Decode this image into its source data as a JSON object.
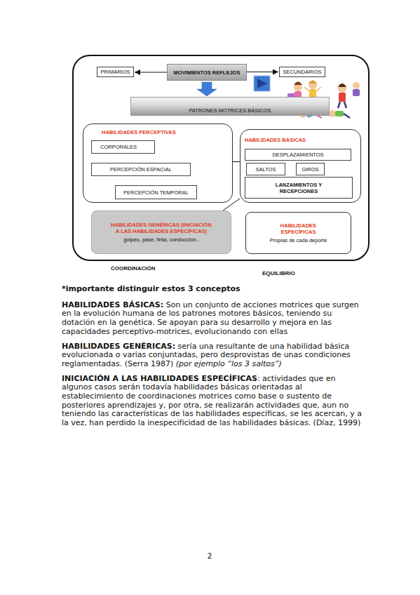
{
  "diagram": {
    "nodes": [
      {
        "text": [
          "PRIMARIOS"
        ]
      },
      {
        "text": [
          "MOVIMIENTOS REFLEJOS"
        ]
      },
      {
        "text": [
          "SECUNDARIOS"
        ]
      },
      {
        "text": [
          "PATRONES MOTRICES BÁSICOS"
        ]
      },
      {
        "text": [
          "HABILIDADES PERCEPTIVAS"
        ]
      },
      {
        "text": [
          "CORPORALES"
        ],
        "in": 4
      },
      {
        "text": [
          "PERCEPCIÓN ESPACIAL"
        ],
        "in": 4
      },
      {
        "text": [
          "PERCEPCIÓN TEMPORAL"
        ],
        "in": 4
      },
      {
        "text": [
          "HABILIDADES BÁSICAS"
        ]
      },
      {
        "text": [
          "DESPLAZAMIENTOS"
        ],
        "in": 8
      },
      {
        "text": [
          "SALTOS"
        ],
        "in": 8
      },
      {
        "text": [
          "GIROS"
        ],
        "in": 8
      },
      {
        "text": [
          "LANZAMIENTOS Y RECEPCIONES"
        ],
        "in": 8
      },
      {
        "text": [
          "HABILIDADES GENÉRICAS (INICIACIÓN A LAS HABILIDADES ESPECÍFICAS)",
          "golpeo, pase, finta, conducción.."
        ]
      },
      {
        "text": [
          "HABILIDADES ESPECÍFICAS",
          "Propias de cada deporte"
        ]
      }
    ],
    "edges": [
      {
        "from": 1,
        "to": 0,
        "arrow": "to"
      },
      {
        "from": 1,
        "to": 2,
        "arrow": "to"
      },
      {
        "from": 1,
        "to": 3,
        "arrow": "to"
      },
      {
        "from": 4,
        "to": 8,
        "arrow": "none"
      },
      {
        "from": 8,
        "to": 13,
        "arrow": "none"
      }
    ],
    "labels": [
      "COORDINACIÓN",
      "EQUILIBRIO",
      "*importante distinguir estos 3 conceptos",
      "HABILIDADES BÁSICAS:",
      "Son un conjunto de acciones motrices que surgen en la evolución humana de los patrones motores básicos, teniendo su dotación en la genética. Se apoyan para su desarrollo y mejora en las capacidades perceptivo-motrices, evolucionando con ellas",
      "HABILIDADES GENÉRICAS:",
      "sería una resultante de una habilidad básica evolucionada o varias conjuntadas, pero desprovistas de unas condiciones reglamentadas. (Serra 1987)",
      "(por ejemplo “los 3 saltos”)",
      "INICIACIÓN A LAS HABILIDADES ESPECÍFICAS",
      ": actividades que en algunos casos serán todavía habilidades básicas orientadas al establecimiento de coordinaciones motrices como base o sustento de posteriores aprendizajes y, por otra, se realizarán actividades que, aun no teniendo las características de las habilidades específicas, se les acercan, y a la vez, han perdido la inespecificidad de las habilidades básicas. (Díaz, 1999)",
      "2"
    ]
  }
}
